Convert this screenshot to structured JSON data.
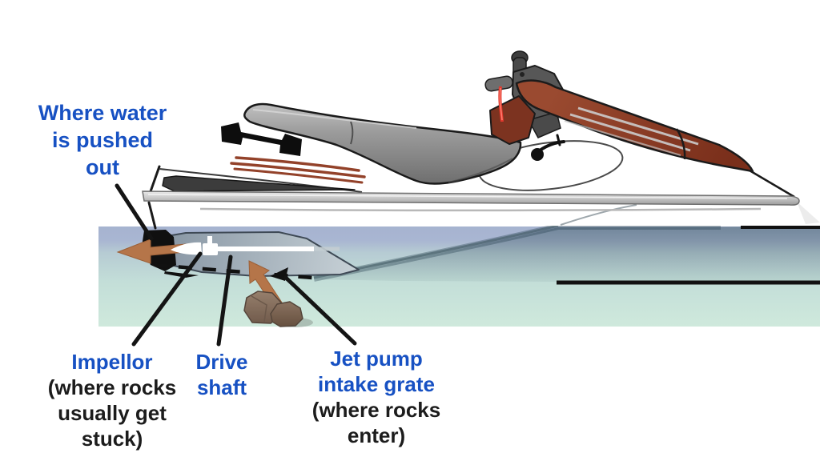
{
  "diagram": {
    "subject": "Jet ski side view showing where rocks get stuck in the jet pump",
    "type": "annotated-illustration"
  },
  "labels": {
    "water_out": {
      "lines": [
        "Where water",
        "is pushed",
        "out"
      ]
    },
    "impellor": {
      "term": "Impellor",
      "note": [
        "(where rocks",
        "usually get",
        "stuck)"
      ]
    },
    "drive_shaft": {
      "lines": [
        "Drive",
        "shaft"
      ]
    },
    "intake_grate": {
      "term": [
        "Jet pump",
        "intake grate"
      ],
      "note": [
        "(where rocks",
        "enter)"
      ]
    }
  },
  "annotations": [
    {
      "label": "Where water is pushed out",
      "points_to": "jet nozzle outlet at rear of hull"
    },
    {
      "label": "Impellor (where rocks usually get stuck)",
      "points_to": "impeller inside jet pump"
    },
    {
      "label": "Drive shaft",
      "points_to": "drive shaft under hull"
    },
    {
      "label": "Jet pump intake grate (where rocks enter)",
      "points_to": "intake grate on hull bottom"
    }
  ],
  "colors": {
    "label_blue": "#1751c3",
    "label_black": "#1c1c1c",
    "arrow_orange": "#b57549",
    "console_red": "#8e3c25",
    "seat_gray": "#8d8d8d",
    "water_surface_blue": "#a7b4d1",
    "water_deep_green": "#cfe9dc",
    "hull_white": "#ffffff",
    "rock_brown": "#87705f",
    "lanyard_red": "#e0392e"
  }
}
